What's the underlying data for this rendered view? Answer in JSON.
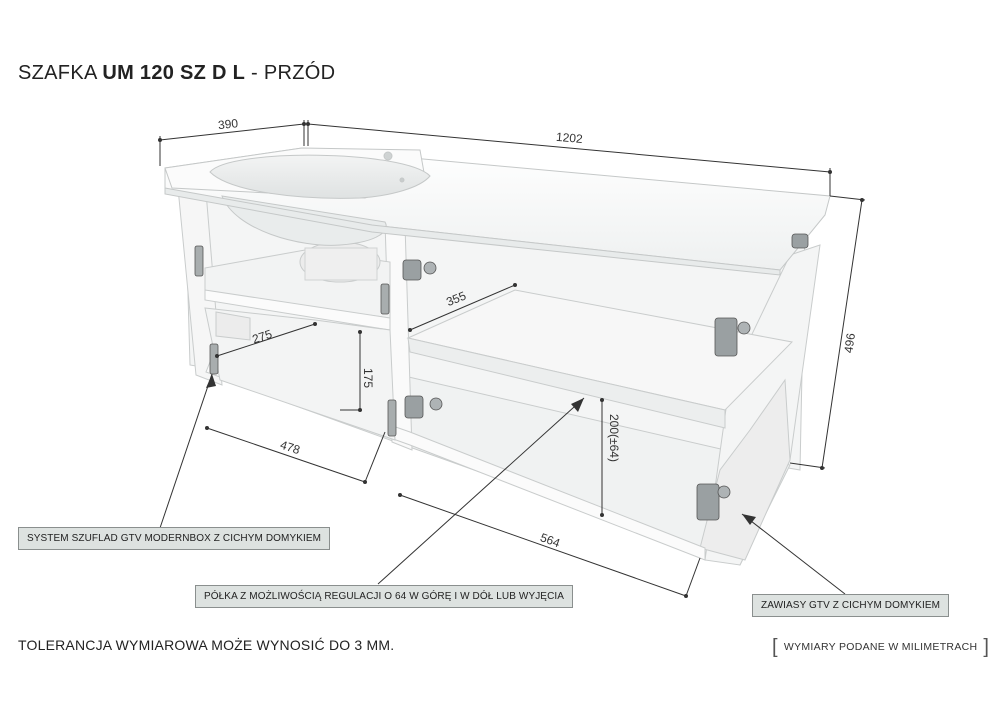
{
  "title": {
    "prefix": "SZAFKA ",
    "model": "UM 120 SZ D L",
    "suffix": " - PRZÓD"
  },
  "dimensions": {
    "sink_depth": "390",
    "total_width": "1202",
    "height": "496",
    "drawer_depth_inner": "355",
    "drawer_width": "275",
    "drawer_height": "175",
    "drawer_front_width": "478",
    "shelf_gap": "200(±64)",
    "shelf_width": "564"
  },
  "callouts": {
    "drawers": "SYSTEM SZUFLAD GTV MODERNBOX Z CICHYM DOMYKIEM",
    "shelf": "PÓŁKA Z MOŻLIWOŚCIĄ REGULACJI O 64 W GÓRĘ I W DÓŁ LUB WYJĘCIA",
    "hinges": "ZAWIASY GTV Z CICHYM DOMYKIEM"
  },
  "footer": {
    "tolerance": "TOLERANCJA WYMIAROWA MOŻE WYNOSIĆ DO 3 MM.",
    "units_note": "WYMIARY PODANE W MILIMETRACH"
  },
  "colors": {
    "cabinet": "#f7f7f7",
    "edge": "#c9cccc",
    "shadow": "#eceeee",
    "callout_bg": "#dde2e0",
    "dimension_line": "#333333"
  }
}
